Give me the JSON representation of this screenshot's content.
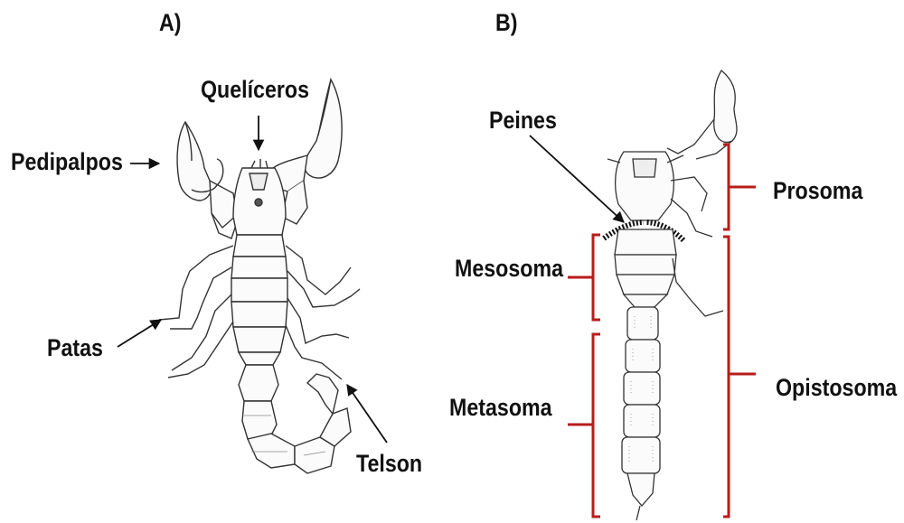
{
  "panels": {
    "a": "A)",
    "b": "B)"
  },
  "panel_a": {
    "quelíceros": "Quelíceros",
    "pedipalpos": "Pedipalpos",
    "patas": "Patas",
    "telson": "Telson"
  },
  "panel_b": {
    "peines": "Peines",
    "prosoma": "Prosoma",
    "mesosoma": "Mesosoma",
    "metasoma": "Metasoma",
    "opistosoma": "Opistosoma"
  },
  "colors": {
    "bracket": "#b81c1c",
    "ink": "#222222"
  }
}
